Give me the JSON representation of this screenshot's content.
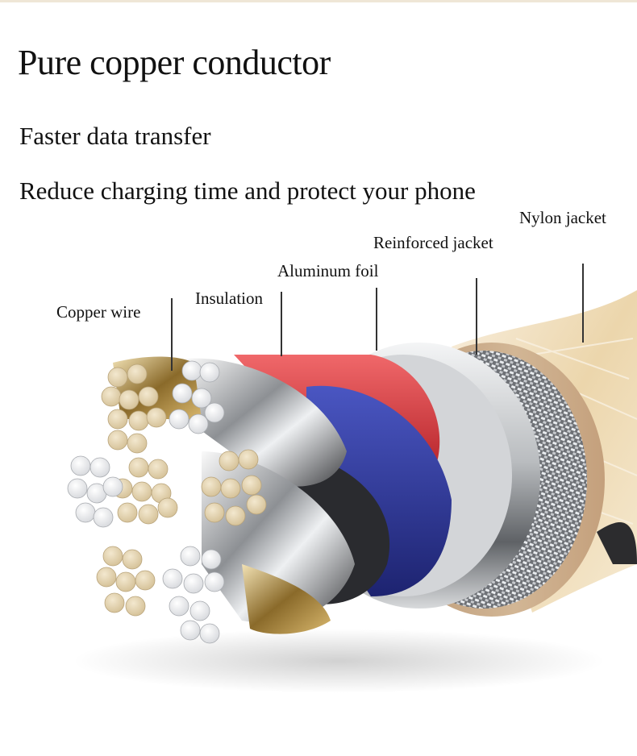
{
  "header": {
    "title": "Pure copper conductor",
    "features": [
      "Faster data transfer",
      "Reduce charging time and protect your phone"
    ]
  },
  "diagram": {
    "subject": "cable cross-section",
    "labels": [
      {
        "text": "Copper wire"
      },
      {
        "text": "Insulation"
      },
      {
        "text": "Aluminum foil"
      },
      {
        "text": "Reinforced jacket"
      },
      {
        "text": "Nylon jacket"
      }
    ],
    "colors": {
      "copper": "#e6d8b8",
      "silver": "#d9dcdf",
      "red_insulation": "#e2474a",
      "blue_insulation": "#2d3a9e",
      "foil": "#c9cacc",
      "braid": "#8a8d92",
      "nylon_ring": "#c8a886",
      "nylon_fiber": "#efdcb8"
    }
  }
}
